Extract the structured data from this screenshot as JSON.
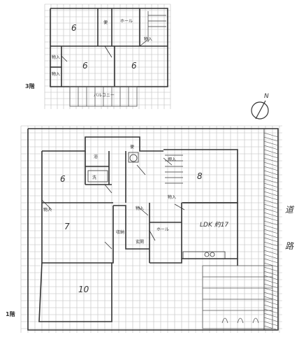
{
  "floor3": {
    "label": "3階",
    "rooms": {
      "room_a": "6",
      "room_b": "6",
      "room_c": "6",
      "hall": "ホール",
      "storage_1": "物入",
      "storage_2": "物入",
      "closet": "物入",
      "wc": "便",
      "balcony": "バルコニー"
    }
  },
  "floor1": {
    "label": "1階",
    "rooms": {
      "room_6": "6",
      "room_7": "7",
      "room_10": "10",
      "room_8": "8",
      "ldk": "LDK 約17",
      "storage_left": "物入",
      "storage_mid": "物入",
      "storage_kitchen": "収納",
      "bath": "浴",
      "wash": "洗",
      "wc": "便",
      "hall": "ホール",
      "entrance": "玄関",
      "closet": "押入",
      "wardrobe": "物入"
    }
  },
  "compass": {
    "letter": "N"
  },
  "road": {
    "chars": [
      "道",
      "路"
    ]
  }
}
